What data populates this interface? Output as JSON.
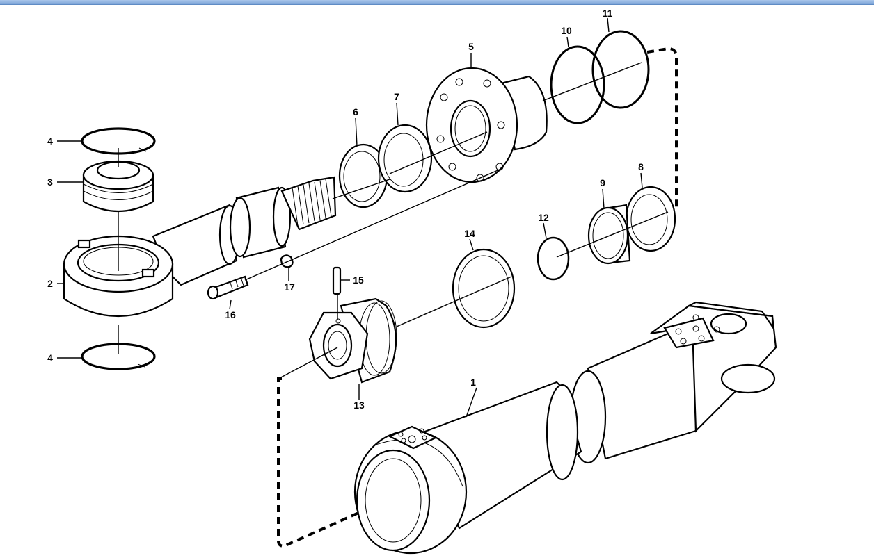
{
  "window": {
    "accent_color": "#7ea6d8"
  },
  "callouts": {
    "p1": "1",
    "p2": "2",
    "p3": "3",
    "p4a": "4",
    "p4b": "4",
    "p5": "5",
    "p6": "6",
    "p7": "7",
    "p8": "8",
    "p9": "9",
    "p10": "10",
    "p11": "11",
    "p12": "12",
    "p13": "13",
    "p14": "14",
    "p15": "15",
    "p16": "16",
    "p17": "17"
  }
}
